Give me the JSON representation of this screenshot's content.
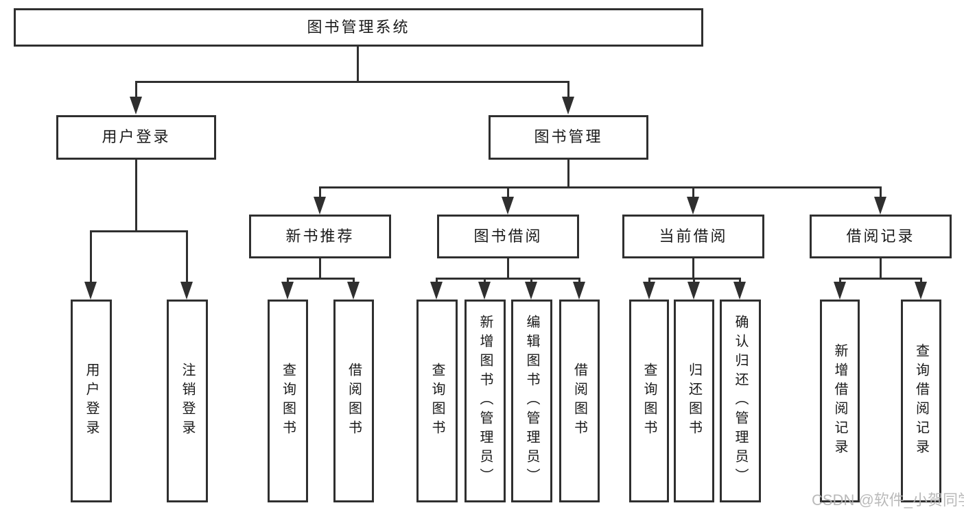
{
  "diagram": {
    "colors": {
      "line": "#2f2f2f",
      "box_border": "#2f2f2f",
      "text": "#1a1a1a",
      "watermark": "#b3b3b3",
      "background": "#ffffff"
    },
    "tree": {
      "label": "图书管理系统",
      "children": [
        {
          "label": "用户登录",
          "children": [
            {
              "label": "用户登录"
            },
            {
              "label": "注销登录"
            }
          ]
        },
        {
          "label": "图书管理",
          "children": [
            {
              "label": "新书推荐",
              "children": [
                {
                  "label": "查询图书"
                },
                {
                  "label": "借阅图书"
                }
              ]
            },
            {
              "label": "图书借阅",
              "children": [
                {
                  "label": "查询图书"
                },
                {
                  "label": "新增图书（管理员）"
                },
                {
                  "label": "编辑图书（管理员）"
                },
                {
                  "label": "借阅图书"
                }
              ]
            },
            {
              "label": "当前借阅",
              "children": [
                {
                  "label": "查询图书"
                },
                {
                  "label": "归还图书"
                },
                {
                  "label": "确认归还（管理员）"
                }
              ]
            },
            {
              "label": "借阅记录",
              "children": [
                {
                  "label": "新增借阅记录"
                },
                {
                  "label": "查询借阅记录"
                }
              ]
            }
          ]
        }
      ]
    },
    "watermark": "CSDN @软件_小贺同学"
  }
}
